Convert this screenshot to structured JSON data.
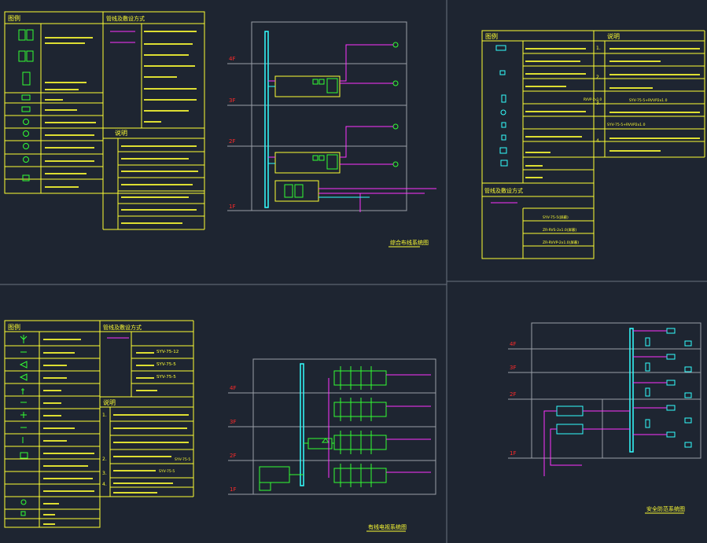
{
  "colors": {
    "background": "#1e2531",
    "table_frame": "#ffff33",
    "text": "#ffff33",
    "floor_label": "#ff2a2a",
    "device": "#33ff33",
    "riser": "#33ffff",
    "cable": "#ff33ff",
    "divider": "#6b7280",
    "grid": "#9aa0a8"
  },
  "panels": {
    "top_left": {
      "legend_header": "图例",
      "method_header": "管线及敷设方式",
      "notes_header": "说明",
      "diagram_title": "综合布线系统图",
      "floors": [
        "4F",
        "3F",
        "2F",
        "1F"
      ]
    },
    "top_right": {
      "legend_header": "图例",
      "notes_header": "说明",
      "method_header": "管线及敷设方式",
      "method_rows": [
        "SYV-75-5(屏蔽)",
        "ZR-RVS-2x1.0(屏蔽)",
        "ZR-RVVP-2x1.0(屏蔽)"
      ],
      "note_items": [
        "RVVP-2x1.0",
        "SYV-75-5+RVVP2x1.0",
        "SYV-75-5+RVVP2x1.0"
      ],
      "note_numbers": [
        "1.",
        "2.",
        "3.",
        "4."
      ]
    },
    "bottom_left": {
      "legend_header": "图例",
      "method_header": "管线及敷设方式",
      "notes_header": "说明",
      "diagram_title": "有线电视系统图",
      "floors": [
        "4F",
        "3F",
        "2F",
        "1F"
      ],
      "cable_labels": [
        "SYV-75-12",
        "SYV-75-5",
        "SYV-75-5"
      ],
      "note_numbers": [
        "1.",
        "2.",
        "3.",
        "4."
      ],
      "method_notes": [
        "SYV-75-5",
        "SYV-75-5"
      ]
    },
    "bottom_right": {
      "diagram_title": "安全防范系统图",
      "floors": [
        "4F",
        "3F",
        "2F",
        "1F"
      ]
    }
  }
}
